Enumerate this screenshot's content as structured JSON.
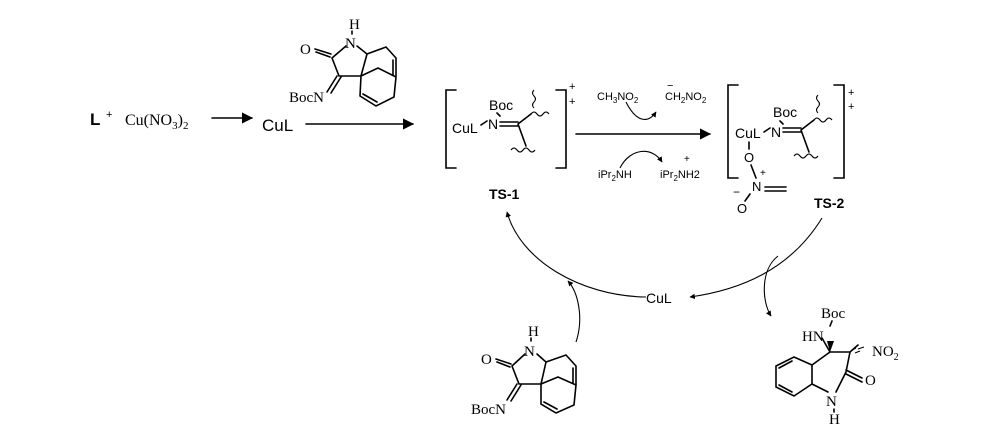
{
  "reagents": {
    "ligand": "L",
    "plus": "+",
    "copper_salt": "Cu(NO",
    "copper_salt_sub3": "3",
    "copper_salt_close": ")",
    "copper_salt_sub2": "2",
    "catalyst_formed": "CuL"
  },
  "substrate_top": {
    "nh": "H",
    "n": "N",
    "o": "O",
    "bocn": "BocN"
  },
  "ts1": {
    "label": "TS-1",
    "boc": "Boc",
    "cul": "CuL",
    "n": "N",
    "charge1": "+",
    "charge2": "+"
  },
  "proton_transfer": {
    "nitromethane": "CH",
    "nitromethane_sub3": "3",
    "nitromethane_no": "NO",
    "nitromethane_sub2": "2",
    "nitronate_minus": "−",
    "nitronate": "CH",
    "nitronate_sub2a": "2",
    "nitronate_no": "NO",
    "nitronate_sub2b": "2",
    "base": "iPr",
    "base_sub2": "2",
    "base_nh": "NH",
    "conj_acid_plus": "+",
    "conj_acid": "iPr",
    "conj_acid_sub2": "2",
    "conj_acid_nh2": "NH2"
  },
  "ts2": {
    "label": "TS-2",
    "boc": "Boc",
    "cul": "CuL",
    "n": "N",
    "o_top": "O",
    "n_plus": "+",
    "n_nitro": "N",
    "o_minus_sign": "−",
    "o_bottom": "O",
    "charge1": "+",
    "charge2": "+"
  },
  "cycle": {
    "catalyst": "CuL"
  },
  "substrate_bottom": {
    "nh": "H",
    "n": "N",
    "o": "O",
    "bocn": "BocN"
  },
  "product": {
    "boc": "Boc",
    "hn": "HN",
    "no2": "NO",
    "no2_sub": "2",
    "o": "O",
    "n": "N",
    "nh": "H"
  }
}
